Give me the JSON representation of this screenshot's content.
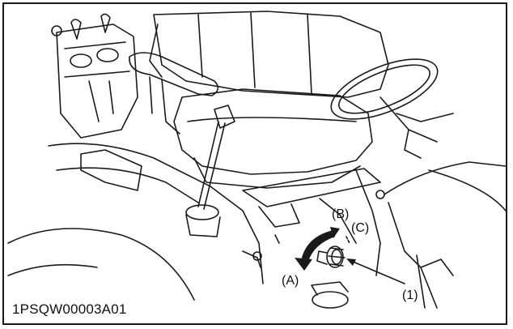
{
  "figure": {
    "code": "1PSQW00003A01",
    "callouts": {
      "a": "(A)",
      "b": "(B)",
      "c": "(C)",
      "item1": "(1)"
    },
    "colors": {
      "line": "#1a1a1a",
      "background": "#ffffff"
    }
  }
}
